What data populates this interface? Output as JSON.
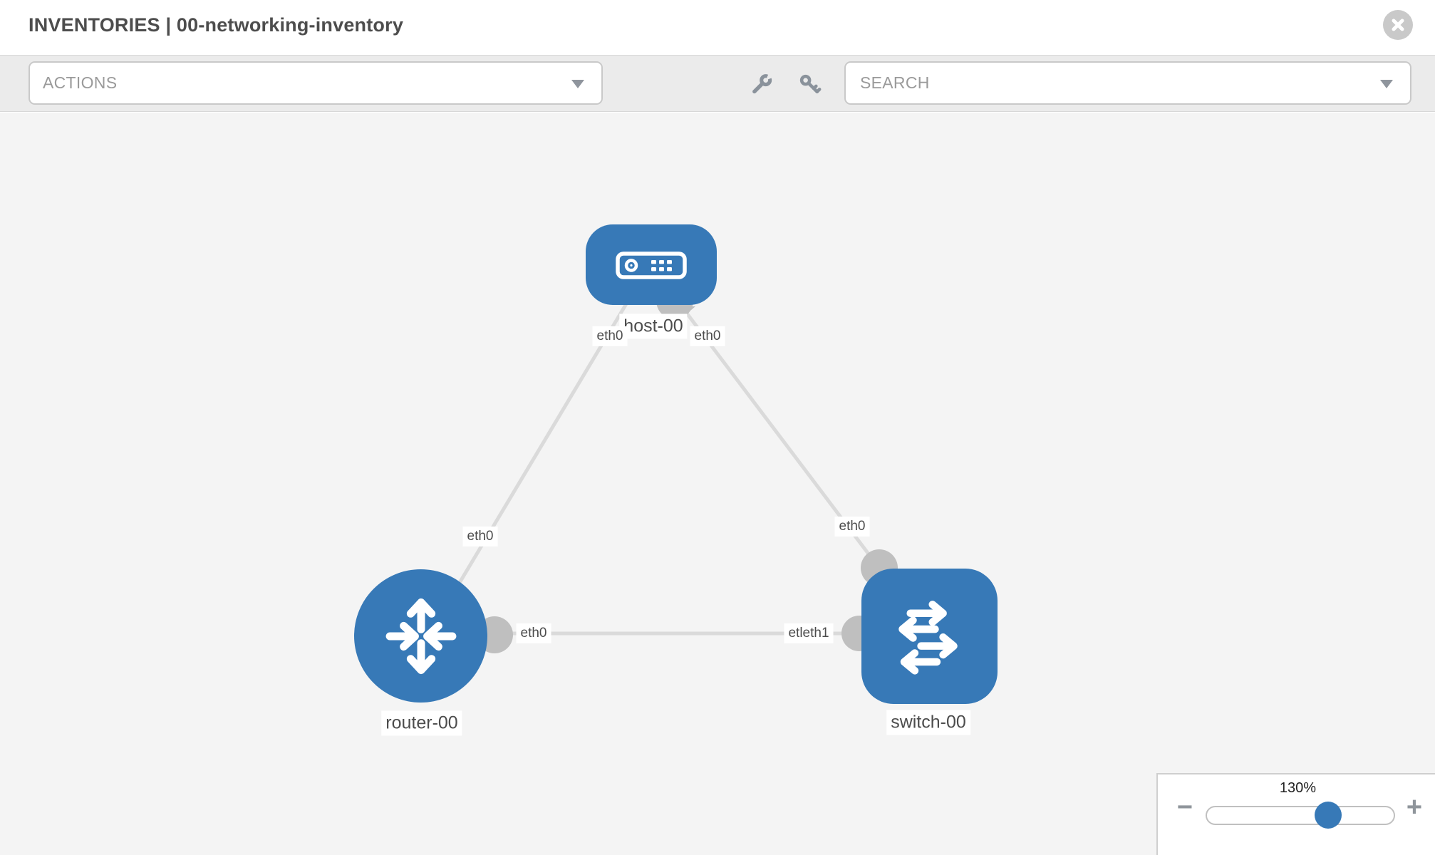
{
  "header": {
    "title": "INVENTORIES | 00-networking-inventory"
  },
  "toolbar": {
    "actions_label": "ACTIONS",
    "search_placeholder": "SEARCH",
    "icons": [
      "wrench-icon",
      "key-icon"
    ]
  },
  "topology": {
    "nodes": [
      {
        "id": "host-00",
        "label": "host-00",
        "type": "host"
      },
      {
        "id": "router-00",
        "label": "router-00",
        "type": "router"
      },
      {
        "id": "switch-00",
        "label": "switch-00",
        "type": "switch"
      }
    ],
    "links": [
      {
        "from": "host-00",
        "to": "router-00",
        "from_label": "eth0",
        "to_label": "eth0"
      },
      {
        "from": "host-00",
        "to": "switch-00",
        "from_label": "eth0",
        "to_label": "eth0"
      },
      {
        "from": "router-00",
        "to": "switch-00",
        "from_label": "eth0",
        "to_label": "etleth1"
      }
    ]
  },
  "zoom_control": {
    "level": "130%",
    "minus_label": "−",
    "plus_label": "+"
  },
  "colors": {
    "node_blue": "#3779b7",
    "interface_gray": "#bfbfbf",
    "link_gray": "#dadada",
    "canvas_bg": "#f4f4f4",
    "toolbar_bg": "#ebebeb"
  }
}
